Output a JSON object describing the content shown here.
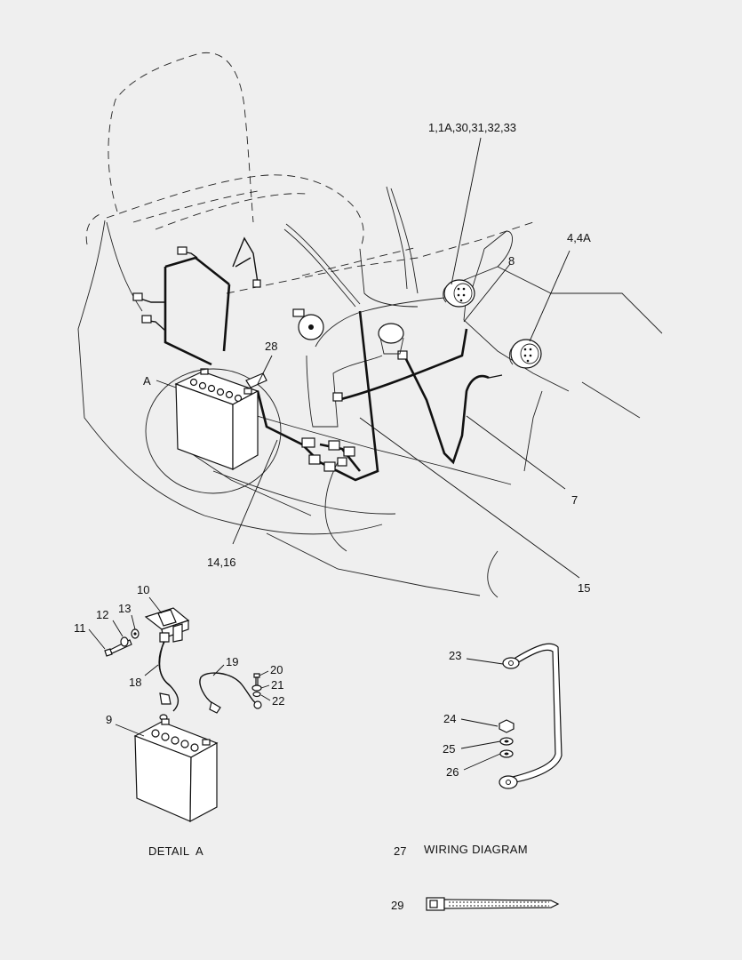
{
  "callouts": {
    "c_1_1a_30_31_32_33": "1,1A,30,31,32,33",
    "c_4_4a": "4,4A",
    "c_8": "8",
    "c_28": "28",
    "c_a": "A",
    "c_7": "7",
    "c_14_16": "14,16",
    "c_15": "15",
    "c_10": "10",
    "c_13": "13",
    "c_12": "12",
    "c_11": "11",
    "c_18": "18",
    "c_19": "19",
    "c_20": "20",
    "c_21": "21",
    "c_22": "22",
    "c_9": "9",
    "c_23": "23",
    "c_24": "24",
    "c_25": "25",
    "c_26": "26",
    "c_27": "27",
    "c_29": "29"
  },
  "captions": {
    "detail_a": "DETAIL  A",
    "wiring_diagram": "WIRING DIAGRAM"
  }
}
